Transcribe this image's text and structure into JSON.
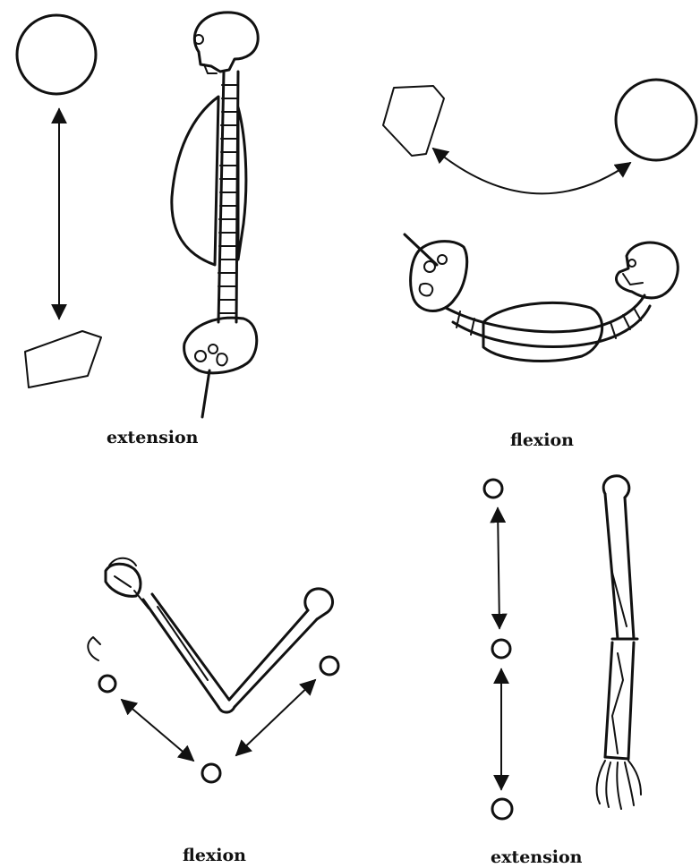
{
  "captions": {
    "top_left": "extension",
    "top_right": "flexion",
    "bottom_left": "flexion",
    "bottom_right": "extension"
  },
  "ink_color": "#111111",
  "background_color": "#ffffff"
}
